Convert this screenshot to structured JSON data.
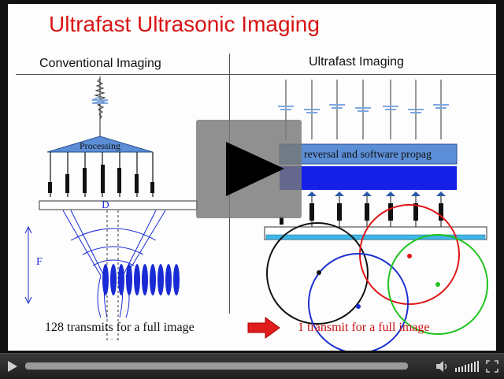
{
  "slide": {
    "title": "Ultrafast Ultrasonic Imaging",
    "left_heading": "Conventional Imaging",
    "right_heading": "Ultrafast Imaging",
    "processing_label": "Processing",
    "software_label": "reversal and software  propag",
    "d_label": "D",
    "f_label": "F",
    "left_caption": "128 transmits for a full image",
    "right_caption": "1 transmit for a full image",
    "colors": {
      "title": "#d81313",
      "processing_box": "#5b8ed6",
      "software_box": "#3b6fd0",
      "blue_band": "#1420e8",
      "focus_blobs": "#1a2bd6",
      "arrow": "#e01c1c",
      "right_caption": "#c41212",
      "circle_red": "#e01414",
      "circle_green": "#1fc21f",
      "circle_blue": "#1b2fd1",
      "circle_black": "#111111"
    }
  },
  "player": {
    "play_button_icon": "play-icon",
    "control_icons": [
      "play-icon",
      "volume-icon",
      "fullscreen-icon"
    ],
    "progress": 0
  }
}
